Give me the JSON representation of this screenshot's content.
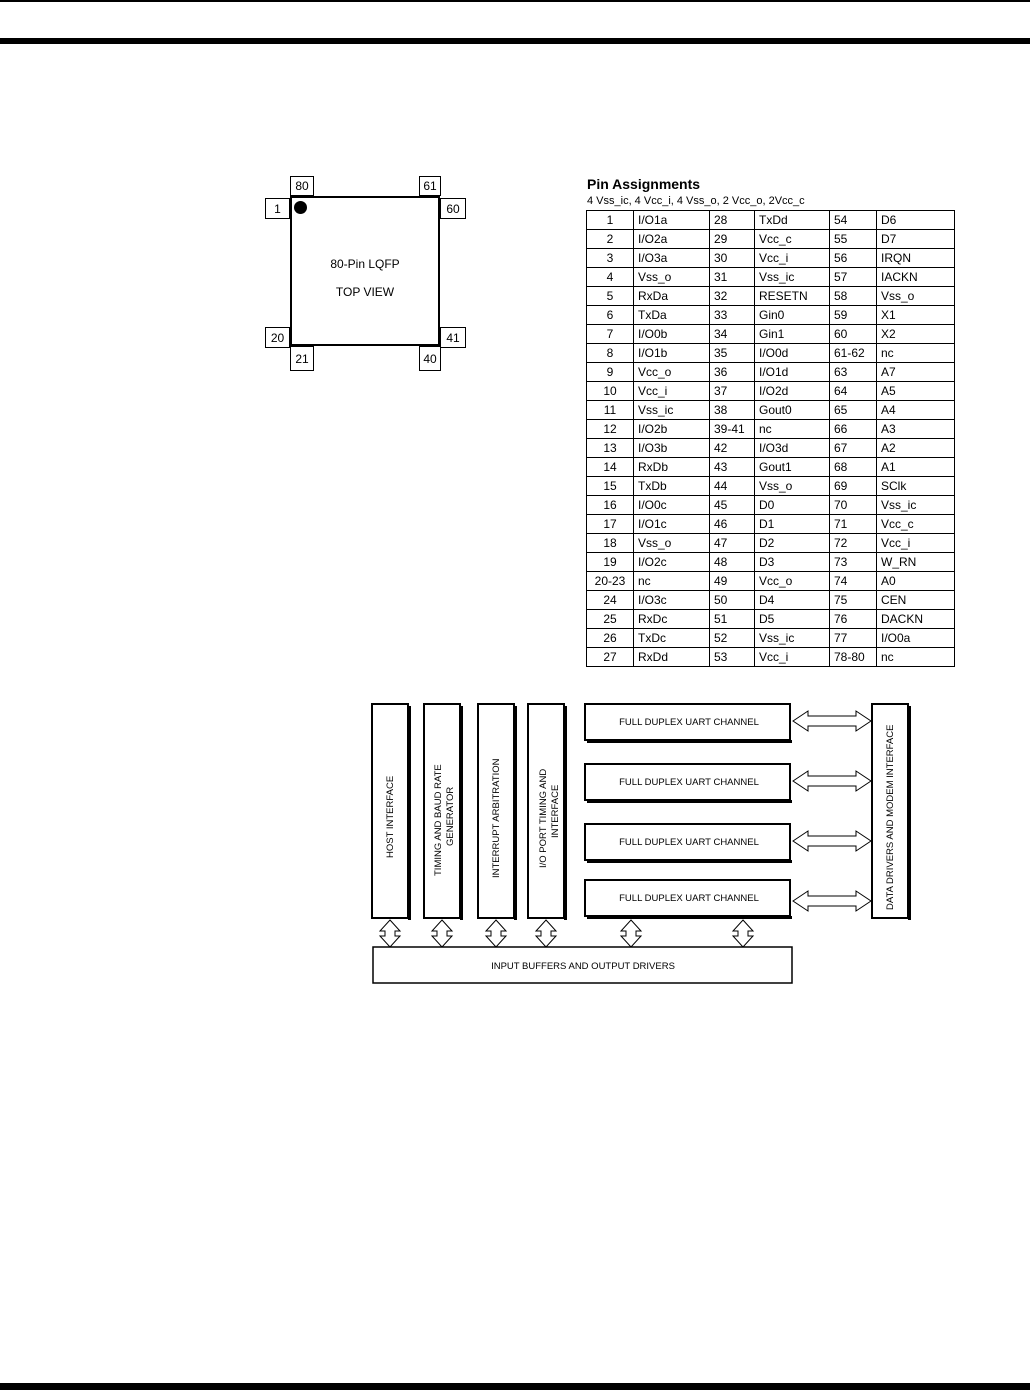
{
  "package": {
    "title": "80-Pin LQFP",
    "view": "TOP VIEW",
    "pin_labels": {
      "top_left": "80",
      "top_right": "61",
      "left_top": "1",
      "right_top": "60",
      "left_bottom": "20",
      "right_bottom": "41",
      "bottom_left": "21",
      "bottom_right": "40"
    }
  },
  "pin_assignments": {
    "title": "Pin Assignments",
    "subtitle": "4 Vss_ic, 4 Vcc_i, 4 Vss_o, 2 Vcc_o, 2Vcc_c",
    "rows": [
      [
        "1",
        "I/O1a",
        "28",
        "TxDd",
        "54",
        "D6"
      ],
      [
        "2",
        "I/O2a",
        "29",
        "Vcc_c",
        "55",
        "D7"
      ],
      [
        "3",
        "I/O3a",
        "30",
        "Vcc_i",
        "56",
        "IRQN"
      ],
      [
        "4",
        "Vss_o",
        "31",
        "Vss_ic",
        "57",
        "IACKN"
      ],
      [
        "5",
        "RxDa",
        "32",
        "RESETN",
        "58",
        "Vss_o"
      ],
      [
        "6",
        "TxDa",
        "33",
        "Gin0",
        "59",
        "X1"
      ],
      [
        "7",
        "I/O0b",
        "34",
        "Gin1",
        "60",
        "X2"
      ],
      [
        "8",
        "I/O1b",
        "35",
        "I/O0d",
        "61-62",
        "nc"
      ],
      [
        "9",
        "Vcc_o",
        "36",
        "I/O1d",
        "63",
        "A7"
      ],
      [
        "10",
        "Vcc_i",
        "37",
        "I/O2d",
        "64",
        "A5"
      ],
      [
        "11",
        "Vss_ic",
        "38",
        "Gout0",
        "65",
        "A4"
      ],
      [
        "12",
        "I/O2b",
        "39-41",
        "nc",
        "66",
        "A3"
      ],
      [
        "13",
        "I/O3b",
        "42",
        "I/O3d",
        "67",
        "A2"
      ],
      [
        "14",
        "RxDb",
        "43",
        "Gout1",
        "68",
        "A1"
      ],
      [
        "15",
        "TxDb",
        "44",
        "Vss_o",
        "69",
        "SClk"
      ],
      [
        "16",
        "I/O0c",
        "45",
        "D0",
        "70",
        "Vss_ic"
      ],
      [
        "17",
        "I/O1c",
        "46",
        "D1",
        "71",
        "Vcc_c"
      ],
      [
        "18",
        "Vss_o",
        "47",
        "D2",
        "72",
        "Vcc_i"
      ],
      [
        "19",
        "I/O2c",
        "48",
        "D3",
        "73",
        "W_RN"
      ],
      [
        "20-23",
        "nc",
        "49",
        "Vcc_o",
        "74",
        "A0"
      ],
      [
        "24",
        "I/O3c",
        "50",
        "D4",
        "75",
        "CEN"
      ],
      [
        "25",
        "RxDc",
        "51",
        "D5",
        "76",
        "DACKN"
      ],
      [
        "26",
        "TxDc",
        "52",
        "Vss_ic",
        "77",
        "I/O0a"
      ],
      [
        "27",
        "RxDd",
        "53",
        "Vcc_i",
        "78-80",
        "nc"
      ]
    ]
  },
  "block_diagram": {
    "vertical_blocks": [
      {
        "lines": [
          "HOST INTERFACE"
        ]
      },
      {
        "lines": [
          "TIMING AND BAUD RATE",
          "GENERATOR"
        ]
      },
      {
        "lines": [
          "INTERRUPT ARBITRATION"
        ]
      },
      {
        "lines": [
          "I/O PORT TIMING AND",
          "INTERFACE"
        ]
      }
    ],
    "uart_channels": [
      "FULL DUPLEX UART CHANNEL",
      "FULL DUPLEX UART CHANNEL",
      "FULL DUPLEX UART CHANNEL",
      "FULL DUPLEX UART CHANNEL"
    ],
    "data_drivers": "DATA DRIVERS AND MODEM INTERFACE",
    "buffers": "INPUT BUFFERS AND OUTPUT DRIVERS"
  }
}
